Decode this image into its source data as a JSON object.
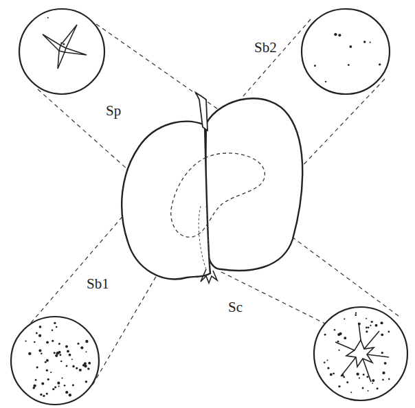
{
  "diagram": {
    "labels": [
      "Sp",
      "Sb2",
      "Sb1",
      "Sc"
    ]
  }
}
